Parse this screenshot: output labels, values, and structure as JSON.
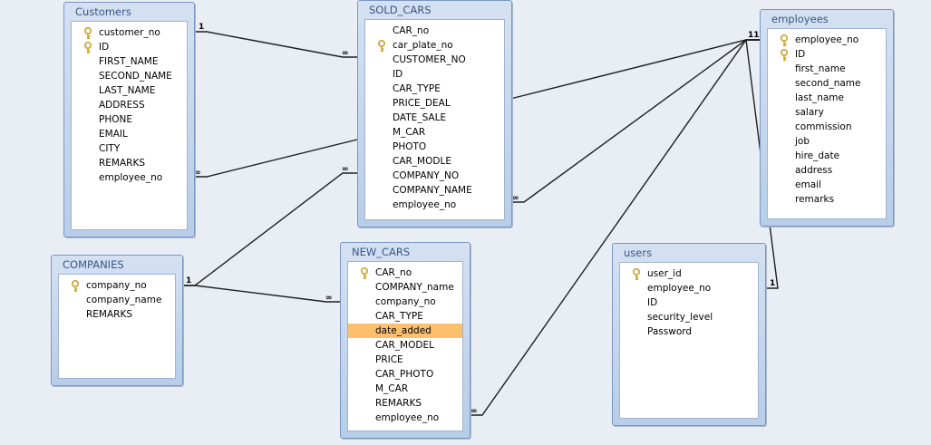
{
  "tables": {
    "customers": {
      "title": "Customers",
      "fields": [
        {
          "name": "customer_no",
          "key": true
        },
        {
          "name": "ID",
          "key": true
        },
        {
          "name": "FIRST_NAME"
        },
        {
          "name": "SECOND_NAME"
        },
        {
          "name": "LAST_NAME"
        },
        {
          "name": "ADDRESS"
        },
        {
          "name": "PHONE"
        },
        {
          "name": "EMAIL"
        },
        {
          "name": "CITY"
        },
        {
          "name": "REMARKS"
        },
        {
          "name": "employee_no"
        }
      ]
    },
    "sold_cars": {
      "title": "SOLD_CARS",
      "fields": [
        {
          "name": "CAR_no"
        },
        {
          "name": "car_plate_no",
          "key": true
        },
        {
          "name": "CUSTOMER_NO"
        },
        {
          "name": "ID"
        },
        {
          "name": "CAR_TYPE"
        },
        {
          "name": "PRICE_DEAL"
        },
        {
          "name": "DATE_SALE"
        },
        {
          "name": "M_CAR"
        },
        {
          "name": "PHOTO"
        },
        {
          "name": "CAR_MODLE"
        },
        {
          "name": "COMPANY_NO"
        },
        {
          "name": "COMPANY_NAME"
        },
        {
          "name": "employee_no"
        }
      ]
    },
    "employees": {
      "title": "employees",
      "fields": [
        {
          "name": "employee_no",
          "key": true
        },
        {
          "name": "ID",
          "key": true
        },
        {
          "name": "first_name"
        },
        {
          "name": "second_name"
        },
        {
          "name": "last_name"
        },
        {
          "name": "salary"
        },
        {
          "name": "commission"
        },
        {
          "name": "job"
        },
        {
          "name": "hire_date"
        },
        {
          "name": "address"
        },
        {
          "name": "email"
        },
        {
          "name": "remarks"
        }
      ]
    },
    "companies": {
      "title": "COMPANIES",
      "fields": [
        {
          "name": "company_no",
          "key": true
        },
        {
          "name": "company_name"
        },
        {
          "name": "REMARKS"
        }
      ]
    },
    "new_cars": {
      "title": "NEW_CARS",
      "fields": [
        {
          "name": "CAR_no",
          "key": true
        },
        {
          "name": "COMPANY_name"
        },
        {
          "name": "company_no"
        },
        {
          "name": "CAR_TYPE"
        },
        {
          "name": "date_added",
          "selected": true
        },
        {
          "name": "CAR_MODEL"
        },
        {
          "name": "PRICE"
        },
        {
          "name": "CAR_PHOTO"
        },
        {
          "name": "M_CAR"
        },
        {
          "name": "REMARKS"
        },
        {
          "name": "employee_no"
        }
      ]
    },
    "users": {
      "title": "users",
      "fields": [
        {
          "name": "user_id",
          "key": true
        },
        {
          "name": "employee_no"
        },
        {
          "name": "ID"
        },
        {
          "name": "security_level"
        },
        {
          "name": "Password"
        }
      ]
    }
  },
  "relationships": [
    {
      "from": "customers",
      "to": "sold_cars",
      "from_card": "1",
      "to_card": "∞"
    },
    {
      "from": "customers",
      "to": "employees",
      "from_card": "∞",
      "to_card": "1"
    },
    {
      "from": "companies",
      "to": "sold_cars",
      "from_card": "1",
      "to_card": "∞"
    },
    {
      "from": "companies",
      "to": "new_cars",
      "from_card": "1",
      "to_card": "∞"
    },
    {
      "from": "sold_cars",
      "to": "employees",
      "from_card": "∞",
      "to_card": "1"
    },
    {
      "from": "new_cars",
      "to": "employees",
      "from_card": "∞",
      "to_card": "1"
    },
    {
      "from": "employees",
      "to": "users",
      "from_card": "1",
      "to_card": "1"
    }
  ]
}
